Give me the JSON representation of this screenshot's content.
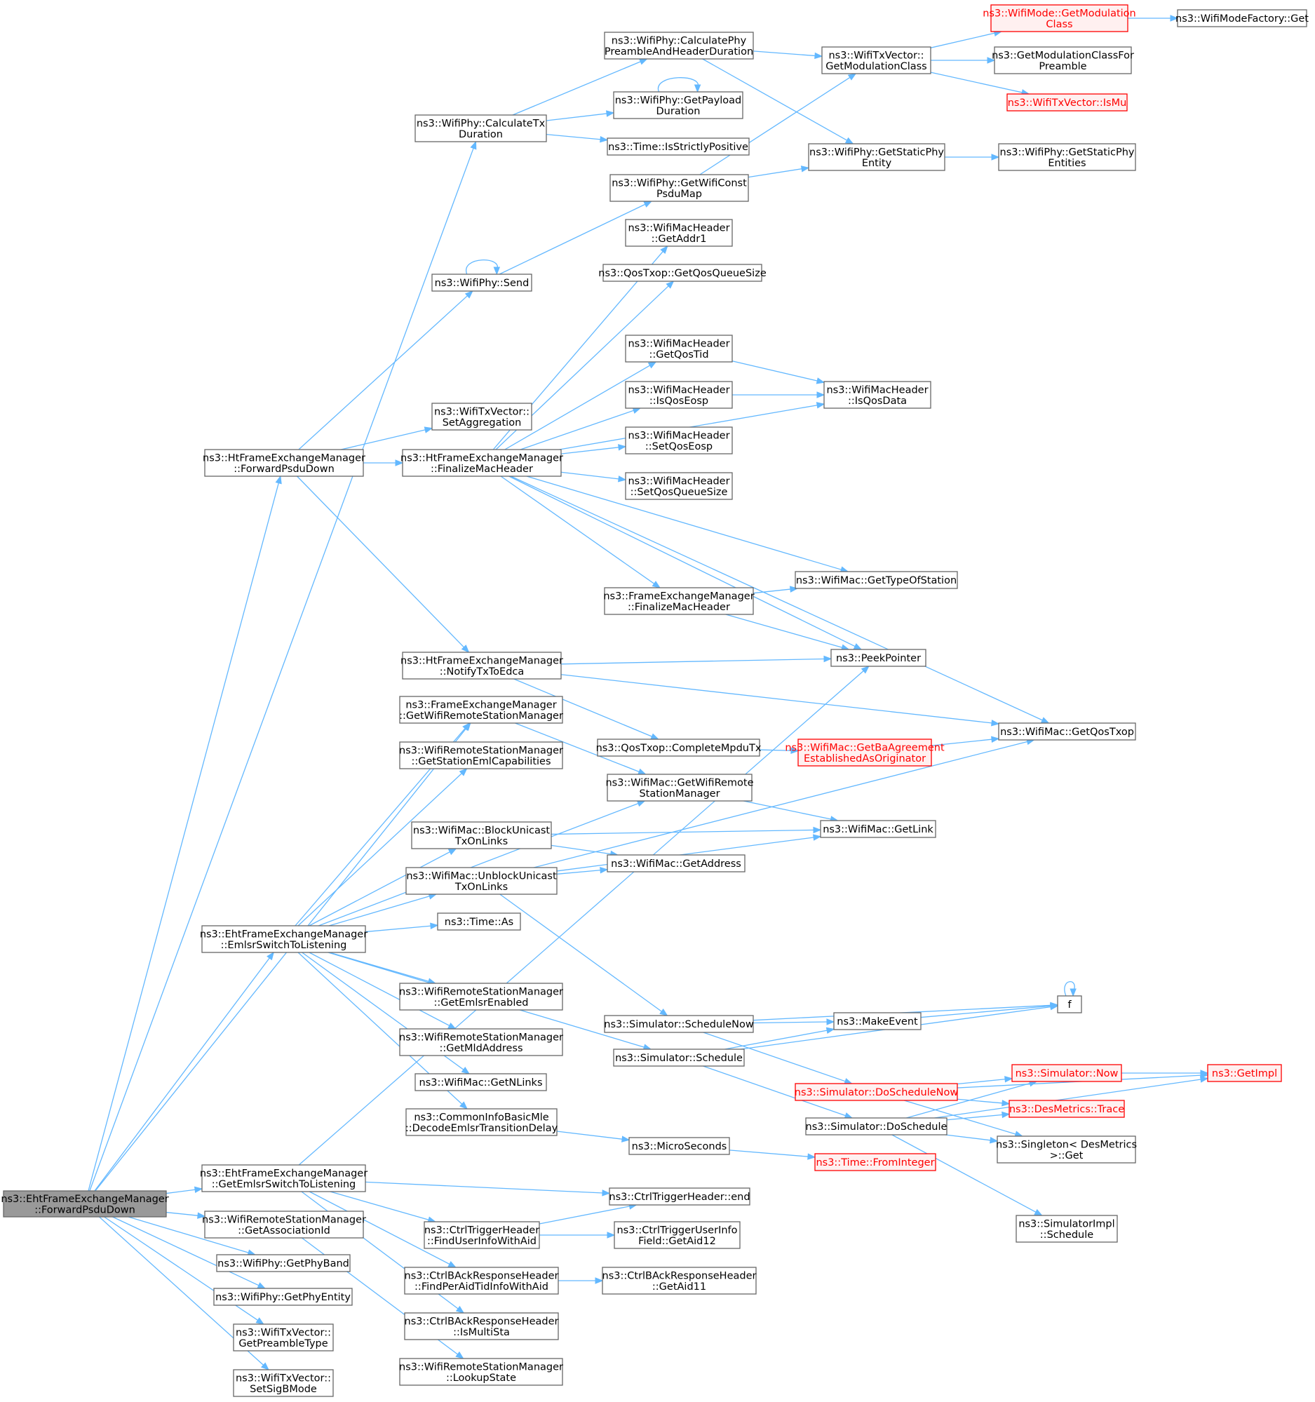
{
  "colors": {
    "edge": "#63b8ff",
    "node_border": "#666666",
    "red_border": "#ff0000",
    "red_fill": "#fff0f0",
    "root_fill": "#999999"
  },
  "nodes": [
    {
      "id": "root",
      "lines": [
        "ns3::EhtFrameExchangeManager",
        "::ForwardPsduDown"
      ],
      "style": "root"
    },
    {
      "id": "wp_calctx",
      "lines": [
        "ns3::WifiPhy::CalculateTx",
        "Duration"
      ]
    },
    {
      "id": "wp_calcpre",
      "lines": [
        "ns3::WifiPhy::CalculatePhy",
        "PreambleAndHeaderDuration"
      ]
    },
    {
      "id": "wp_getpayload",
      "lines": [
        "ns3::WifiPhy::GetPayload",
        "Duration"
      ]
    },
    {
      "id": "time_strict",
      "lines": [
        "ns3::Time::IsStrictlyPositive"
      ]
    },
    {
      "id": "wp_getwificonst",
      "lines": [
        "ns3::WifiPhy::GetWifiConst",
        "PsduMap"
      ]
    },
    {
      "id": "wp_send",
      "lines": [
        "ns3::WifiPhy::Send"
      ]
    },
    {
      "id": "txv_getmodclass",
      "lines": [
        "ns3::WifiTxVector::",
        "GetModulationClass"
      ]
    },
    {
      "id": "wp_getstaticentity",
      "lines": [
        "ns3::WifiPhy::GetStaticPhy",
        "Entity"
      ]
    },
    {
      "id": "wm_getmodclass",
      "lines": [
        "ns3::WifiMode::GetModulation",
        "Class"
      ],
      "style": "red"
    },
    {
      "id": "getmodpre",
      "lines": [
        "ns3::GetModulationClassFor",
        "Preamble"
      ]
    },
    {
      "id": "txv_ismu",
      "lines": [
        "ns3::WifiTxVector::IsMu"
      ],
      "style": "red"
    },
    {
      "id": "wmf_get",
      "lines": [
        "ns3::WifiModeFactory::Get"
      ]
    },
    {
      "id": "wp_getstaticentities",
      "lines": [
        "ns3::WifiPhy::GetStaticPhy",
        "Entities"
      ]
    },
    {
      "id": "htfem_fwd",
      "lines": [
        "ns3::HtFrameExchangeManager",
        "::ForwardPsduDown"
      ]
    },
    {
      "id": "txv_setagg",
      "lines": [
        "ns3::WifiTxVector::",
        "SetAggregation"
      ]
    },
    {
      "id": "htfem_finalize",
      "lines": [
        "ns3::HtFrameExchangeManager",
        "::FinalizeMacHeader"
      ]
    },
    {
      "id": "mh_getaddr1",
      "lines": [
        "ns3::WifiMacHeader",
        "::GetAddr1"
      ]
    },
    {
      "id": "qos_getqueue",
      "lines": [
        "ns3::QosTxop::GetQosQueueSize"
      ]
    },
    {
      "id": "mh_getqostid",
      "lines": [
        "ns3::WifiMacHeader",
        "::GetQosTid"
      ]
    },
    {
      "id": "mh_isqoseosp",
      "lines": [
        "ns3::WifiMacHeader",
        "::IsQosEosp"
      ]
    },
    {
      "id": "mh_isqosdata",
      "lines": [
        "ns3::WifiMacHeader",
        "::IsQosData"
      ]
    },
    {
      "id": "mh_setqoseosp",
      "lines": [
        "ns3::WifiMacHeader",
        "::SetQosEosp"
      ]
    },
    {
      "id": "mh_setqosqueue",
      "lines": [
        "ns3::WifiMacHeader",
        "::SetQosQueueSize"
      ]
    },
    {
      "id": "wm_gettypesta",
      "lines": [
        "ns3::WifiMac::GetTypeOfStation"
      ]
    },
    {
      "id": "fem_finalize",
      "lines": [
        "ns3::FrameExchangeManager",
        "::FinalizeMacHeader"
      ]
    },
    {
      "id": "peekpointer",
      "lines": [
        "ns3::PeekPointer"
      ]
    },
    {
      "id": "htfem_notify",
      "lines": [
        "ns3::HtFrameExchangeManager",
        "::NotifyTxToEdca"
      ]
    },
    {
      "id": "fem_getwrsm",
      "lines": [
        "ns3::FrameExchangeManager",
        "::GetWifiRemoteStationManager"
      ]
    },
    {
      "id": "qos_complete",
      "lines": [
        "ns3::QosTxop::CompleteMpduTx"
      ]
    },
    {
      "id": "wm_getba",
      "lines": [
        "ns3::WifiMac::GetBaAgreement",
        "EstablishedAsOriginator"
      ],
      "style": "red"
    },
    {
      "id": "wm_getqostxop",
      "lines": [
        "ns3::WifiMac::GetQosTxop"
      ]
    },
    {
      "id": "wrsm_getemlcap",
      "lines": [
        "ns3::WifiRemoteStationManager",
        "::GetStationEmlCapabilities"
      ]
    },
    {
      "id": "wm_getwrsm",
      "lines": [
        "ns3::WifiMac::GetWifiRemote",
        "StationManager"
      ]
    },
    {
      "id": "wm_blockuni",
      "lines": [
        "ns3::WifiMac::BlockUnicast",
        "TxOnLinks"
      ]
    },
    {
      "id": "wm_getlink",
      "lines": [
        "ns3::WifiMac::GetLink"
      ]
    },
    {
      "id": "wm_getaddress",
      "lines": [
        "ns3::WifiMac::GetAddress"
      ]
    },
    {
      "id": "wm_unblockuni",
      "lines": [
        "ns3::WifiMac::UnblockUnicast",
        "TxOnLinks"
      ]
    },
    {
      "id": "ehtfem_emlsr",
      "lines": [
        "ns3::EhtFrameExchangeManager",
        "::EmlsrSwitchToListening"
      ]
    },
    {
      "id": "time_as",
      "lines": [
        "ns3::Time::As"
      ]
    },
    {
      "id": "wrsm_getemlsren",
      "lines": [
        "ns3::WifiRemoteStationManager",
        "::GetEmlsrEnabled"
      ]
    },
    {
      "id": "wrsm_getmld",
      "lines": [
        "ns3::WifiRemoteStationManager",
        "::GetMldAddress"
      ]
    },
    {
      "id": "wm_getnlinks",
      "lines": [
        "ns3::WifiMac::GetNLinks"
      ]
    },
    {
      "id": "cibm_decode",
      "lines": [
        "ns3::CommonInfoBasicMle",
        "::DecodeEmlsrTransitionDelay"
      ]
    },
    {
      "id": "sim_schednow",
      "lines": [
        "ns3::Simulator::ScheduleNow"
      ]
    },
    {
      "id": "sim_sched",
      "lines": [
        "ns3::Simulator::Schedule"
      ]
    },
    {
      "id": "makeevent",
      "lines": [
        "ns3::MakeEvent"
      ]
    },
    {
      "id": "f",
      "lines": [
        "f"
      ]
    },
    {
      "id": "sim_doschednow",
      "lines": [
        "ns3::Simulator::DoScheduleNow"
      ],
      "style": "red"
    },
    {
      "id": "sim_dosched",
      "lines": [
        "ns3::Simulator::DoSchedule"
      ]
    },
    {
      "id": "sim_now",
      "lines": [
        "ns3::Simulator::Now"
      ],
      "style": "red"
    },
    {
      "id": "getimpl",
      "lines": [
        "ns3::GetImpl"
      ],
      "style": "red"
    },
    {
      "id": "desm_trace",
      "lines": [
        "ns3::DesMetrics::Trace"
      ],
      "style": "red"
    },
    {
      "id": "singleton_get",
      "lines": [
        "ns3::Singleton< DesMetrics",
        ">::Get"
      ]
    },
    {
      "id": "simimpl_sched",
      "lines": [
        "ns3::SimulatorImpl",
        "::Schedule"
      ]
    },
    {
      "id": "microseconds",
      "lines": [
        "ns3::MicroSeconds"
      ]
    },
    {
      "id": "time_fromint",
      "lines": [
        "ns3::Time::FromInteger"
      ],
      "style": "red"
    },
    {
      "id": "ehtfem_getemlsr",
      "lines": [
        "ns3::EhtFrameExchangeManager",
        "::GetEmlsrSwitchToListening"
      ]
    },
    {
      "id": "ctrl_end",
      "lines": [
        "ns3::CtrlTriggerHeader::end"
      ]
    },
    {
      "id": "ctrl_finduser",
      "lines": [
        "ns3::CtrlTriggerHeader",
        "::FindUserInfoWithAid"
      ]
    },
    {
      "id": "ctrl_getaid12",
      "lines": [
        "ns3::CtrlTriggerUserInfo",
        "Field::GetAid12"
      ]
    },
    {
      "id": "wrsm_getassoc",
      "lines": [
        "ns3::WifiRemoteStationManager",
        "::GetAssociationId"
      ]
    },
    {
      "id": "cback_findper",
      "lines": [
        "ns3::CtrlBAckResponseHeader",
        "::FindPerAidTidInfoWithAid"
      ]
    },
    {
      "id": "cback_getaid11",
      "lines": [
        "ns3::CtrlBAckResponseHeader",
        "::GetAid11"
      ]
    },
    {
      "id": "cback_ismulti",
      "lines": [
        "ns3::CtrlBAckResponseHeader",
        "::IsMultiSta"
      ]
    },
    {
      "id": "wrsm_lookup",
      "lines": [
        "ns3::WifiRemoteStationManager",
        "::LookupState"
      ]
    },
    {
      "id": "wp_getphyband",
      "lines": [
        "ns3::WifiPhy::GetPhyBand"
      ]
    },
    {
      "id": "wp_getphyentity",
      "lines": [
        "ns3::WifiPhy::GetPhyEntity"
      ]
    },
    {
      "id": "txv_getpreamble",
      "lines": [
        "ns3::WifiTxVector::",
        "GetPreambleType"
      ]
    },
    {
      "id": "txv_setsigb",
      "lines": [
        "ns3::WifiTxVector::",
        "SetSigBMode"
      ]
    }
  ],
  "edges": [
    [
      "root",
      "wp_calctx"
    ],
    [
      "root",
      "htfem_fwd"
    ],
    [
      "root",
      "fem_getwrsm"
    ],
    [
      "root",
      "ehtfem_emlsr"
    ],
    [
      "root",
      "ehtfem_getemlsr"
    ],
    [
      "root",
      "wrsm_getassoc"
    ],
    [
      "root",
      "wp_getphyband"
    ],
    [
      "root",
      "wp_getphyentity"
    ],
    [
      "root",
      "txv_getpreamble"
    ],
    [
      "root",
      "txv_setsigb"
    ],
    [
      "wp_calctx",
      "wp_calcpre"
    ],
    [
      "wp_calctx",
      "wp_getpayload"
    ],
    [
      "wp_calctx",
      "time_strict"
    ],
    [
      "wp_calcpre",
      "txv_getmodclass"
    ],
    [
      "wp_calcpre",
      "wp_getstaticentity"
    ],
    [
      "wp_getpayload",
      "wp_getpayload"
    ],
    [
      "txv_getmodclass",
      "wm_getmodclass"
    ],
    [
      "txv_getmodclass",
      "getmodpre"
    ],
    [
      "txv_getmodclass",
      "txv_ismu"
    ],
    [
      "wm_getmodclass",
      "wmf_get"
    ],
    [
      "wp_getstaticentity",
      "wp_getstaticentities"
    ],
    [
      "wp_getwificonst",
      "txv_getmodclass"
    ],
    [
      "wp_getwificonst",
      "wp_getstaticentity"
    ],
    [
      "wp_send",
      "wp_getwificonst"
    ],
    [
      "wp_send",
      "wp_send"
    ],
    [
      "htfem_fwd",
      "wp_send"
    ],
    [
      "htfem_fwd",
      "txv_setagg"
    ],
    [
      "htfem_fwd",
      "htfem_finalize"
    ],
    [
      "htfem_fwd",
      "htfem_notify"
    ],
    [
      "htfem_finalize",
      "mh_getaddr1"
    ],
    [
      "htfem_finalize",
      "qos_getqueue"
    ],
    [
      "htfem_finalize",
      "wm_getqostxop"
    ],
    [
      "htfem_finalize",
      "mh_getqostid"
    ],
    [
      "htfem_finalize",
      "mh_isqoseosp"
    ],
    [
      "htfem_finalize",
      "mh_setqoseosp"
    ],
    [
      "htfem_finalize",
      "mh_setqosqueue"
    ],
    [
      "htfem_finalize",
      "mh_isqosdata"
    ],
    [
      "htfem_finalize",
      "wm_gettypesta"
    ],
    [
      "htfem_finalize",
      "fem_finalize"
    ],
    [
      "htfem_finalize",
      "peekpointer"
    ],
    [
      "mh_getqostid",
      "mh_isqosdata"
    ],
    [
      "mh_isqoseosp",
      "mh_isqosdata"
    ],
    [
      "fem_finalize",
      "wm_gettypesta"
    ],
    [
      "fem_finalize",
      "peekpointer"
    ],
    [
      "htfem_notify",
      "peekpointer"
    ],
    [
      "htfem_notify",
      "wm_getqostxop"
    ],
    [
      "htfem_notify",
      "qos_complete"
    ],
    [
      "qos_complete",
      "wm_getba"
    ],
    [
      "wm_getba",
      "wm_getqostxop"
    ],
    [
      "fem_getwrsm",
      "wm_getwrsm"
    ],
    [
      "wm_getwrsm",
      "wm_getlink"
    ],
    [
      "wm_blockuni",
      "wm_getlink"
    ],
    [
      "wm_blockuni",
      "wm_getaddress"
    ],
    [
      "wm_unblockuni",
      "wm_getaddress"
    ],
    [
      "wm_unblockuni",
      "wm_getlink"
    ],
    [
      "wm_unblockuni",
      "wm_getqostxop"
    ],
    [
      "wm_unblockuni",
      "sim_schednow"
    ],
    [
      "ehtfem_emlsr",
      "fem_getwrsm"
    ],
    [
      "ehtfem_emlsr",
      "wrsm_getemlcap"
    ],
    [
      "ehtfem_emlsr",
      "wm_getwrsm"
    ],
    [
      "ehtfem_emlsr",
      "wm_blockuni"
    ],
    [
      "ehtfem_emlsr",
      "wm_unblockuni"
    ],
    [
      "ehtfem_emlsr",
      "time_as"
    ],
    [
      "ehtfem_emlsr",
      "sim_sched"
    ],
    [
      "ehtfem_emlsr",
      "wrsm_getemlsren"
    ],
    [
      "ehtfem_emlsr",
      "wrsm_getmld"
    ],
    [
      "ehtfem_emlsr",
      "wm_getnlinks"
    ],
    [
      "ehtfem_emlsr",
      "cibm_decode"
    ],
    [
      "sim_schednow",
      "makeevent"
    ],
    [
      "sim_schednow",
      "f"
    ],
    [
      "sim_schednow",
      "sim_doschednow"
    ],
    [
      "sim_sched",
      "makeevent"
    ],
    [
      "sim_sched",
      "f"
    ],
    [
      "sim_sched",
      "sim_dosched"
    ],
    [
      "makeevent",
      "f"
    ],
    [
      "f",
      "f"
    ],
    [
      "sim_doschednow",
      "getimpl"
    ],
    [
      "sim_doschednow",
      "sim_now"
    ],
    [
      "sim_doschednow",
      "desm_trace"
    ],
    [
      "sim_doschednow",
      "singleton_get"
    ],
    [
      "sim_dosched",
      "sim_now"
    ],
    [
      "sim_dosched",
      "desm_trace"
    ],
    [
      "sim_dosched",
      "singleton_get"
    ],
    [
      "sim_dosched",
      "simimpl_sched"
    ],
    [
      "sim_dosched",
      "getimpl"
    ],
    [
      "sim_now",
      "getimpl"
    ],
    [
      "cibm_decode",
      "microseconds"
    ],
    [
      "microseconds",
      "time_fromint"
    ],
    [
      "ehtfem_getemlsr",
      "peekpointer"
    ],
    [
      "ehtfem_getemlsr",
      "ctrl_end"
    ],
    [
      "ehtfem_getemlsr",
      "ctrl_finduser"
    ],
    [
      "ehtfem_getemlsr",
      "cback_findper"
    ],
    [
      "ehtfem_getemlsr",
      "cback_ismulti"
    ],
    [
      "ctrl_finduser",
      "ctrl_end"
    ],
    [
      "ctrl_finduser",
      "ctrl_getaid12"
    ],
    [
      "cback_findper",
      "cback_getaid11"
    ],
    [
      "wrsm_getassoc",
      "wrsm_lookup"
    ]
  ]
}
